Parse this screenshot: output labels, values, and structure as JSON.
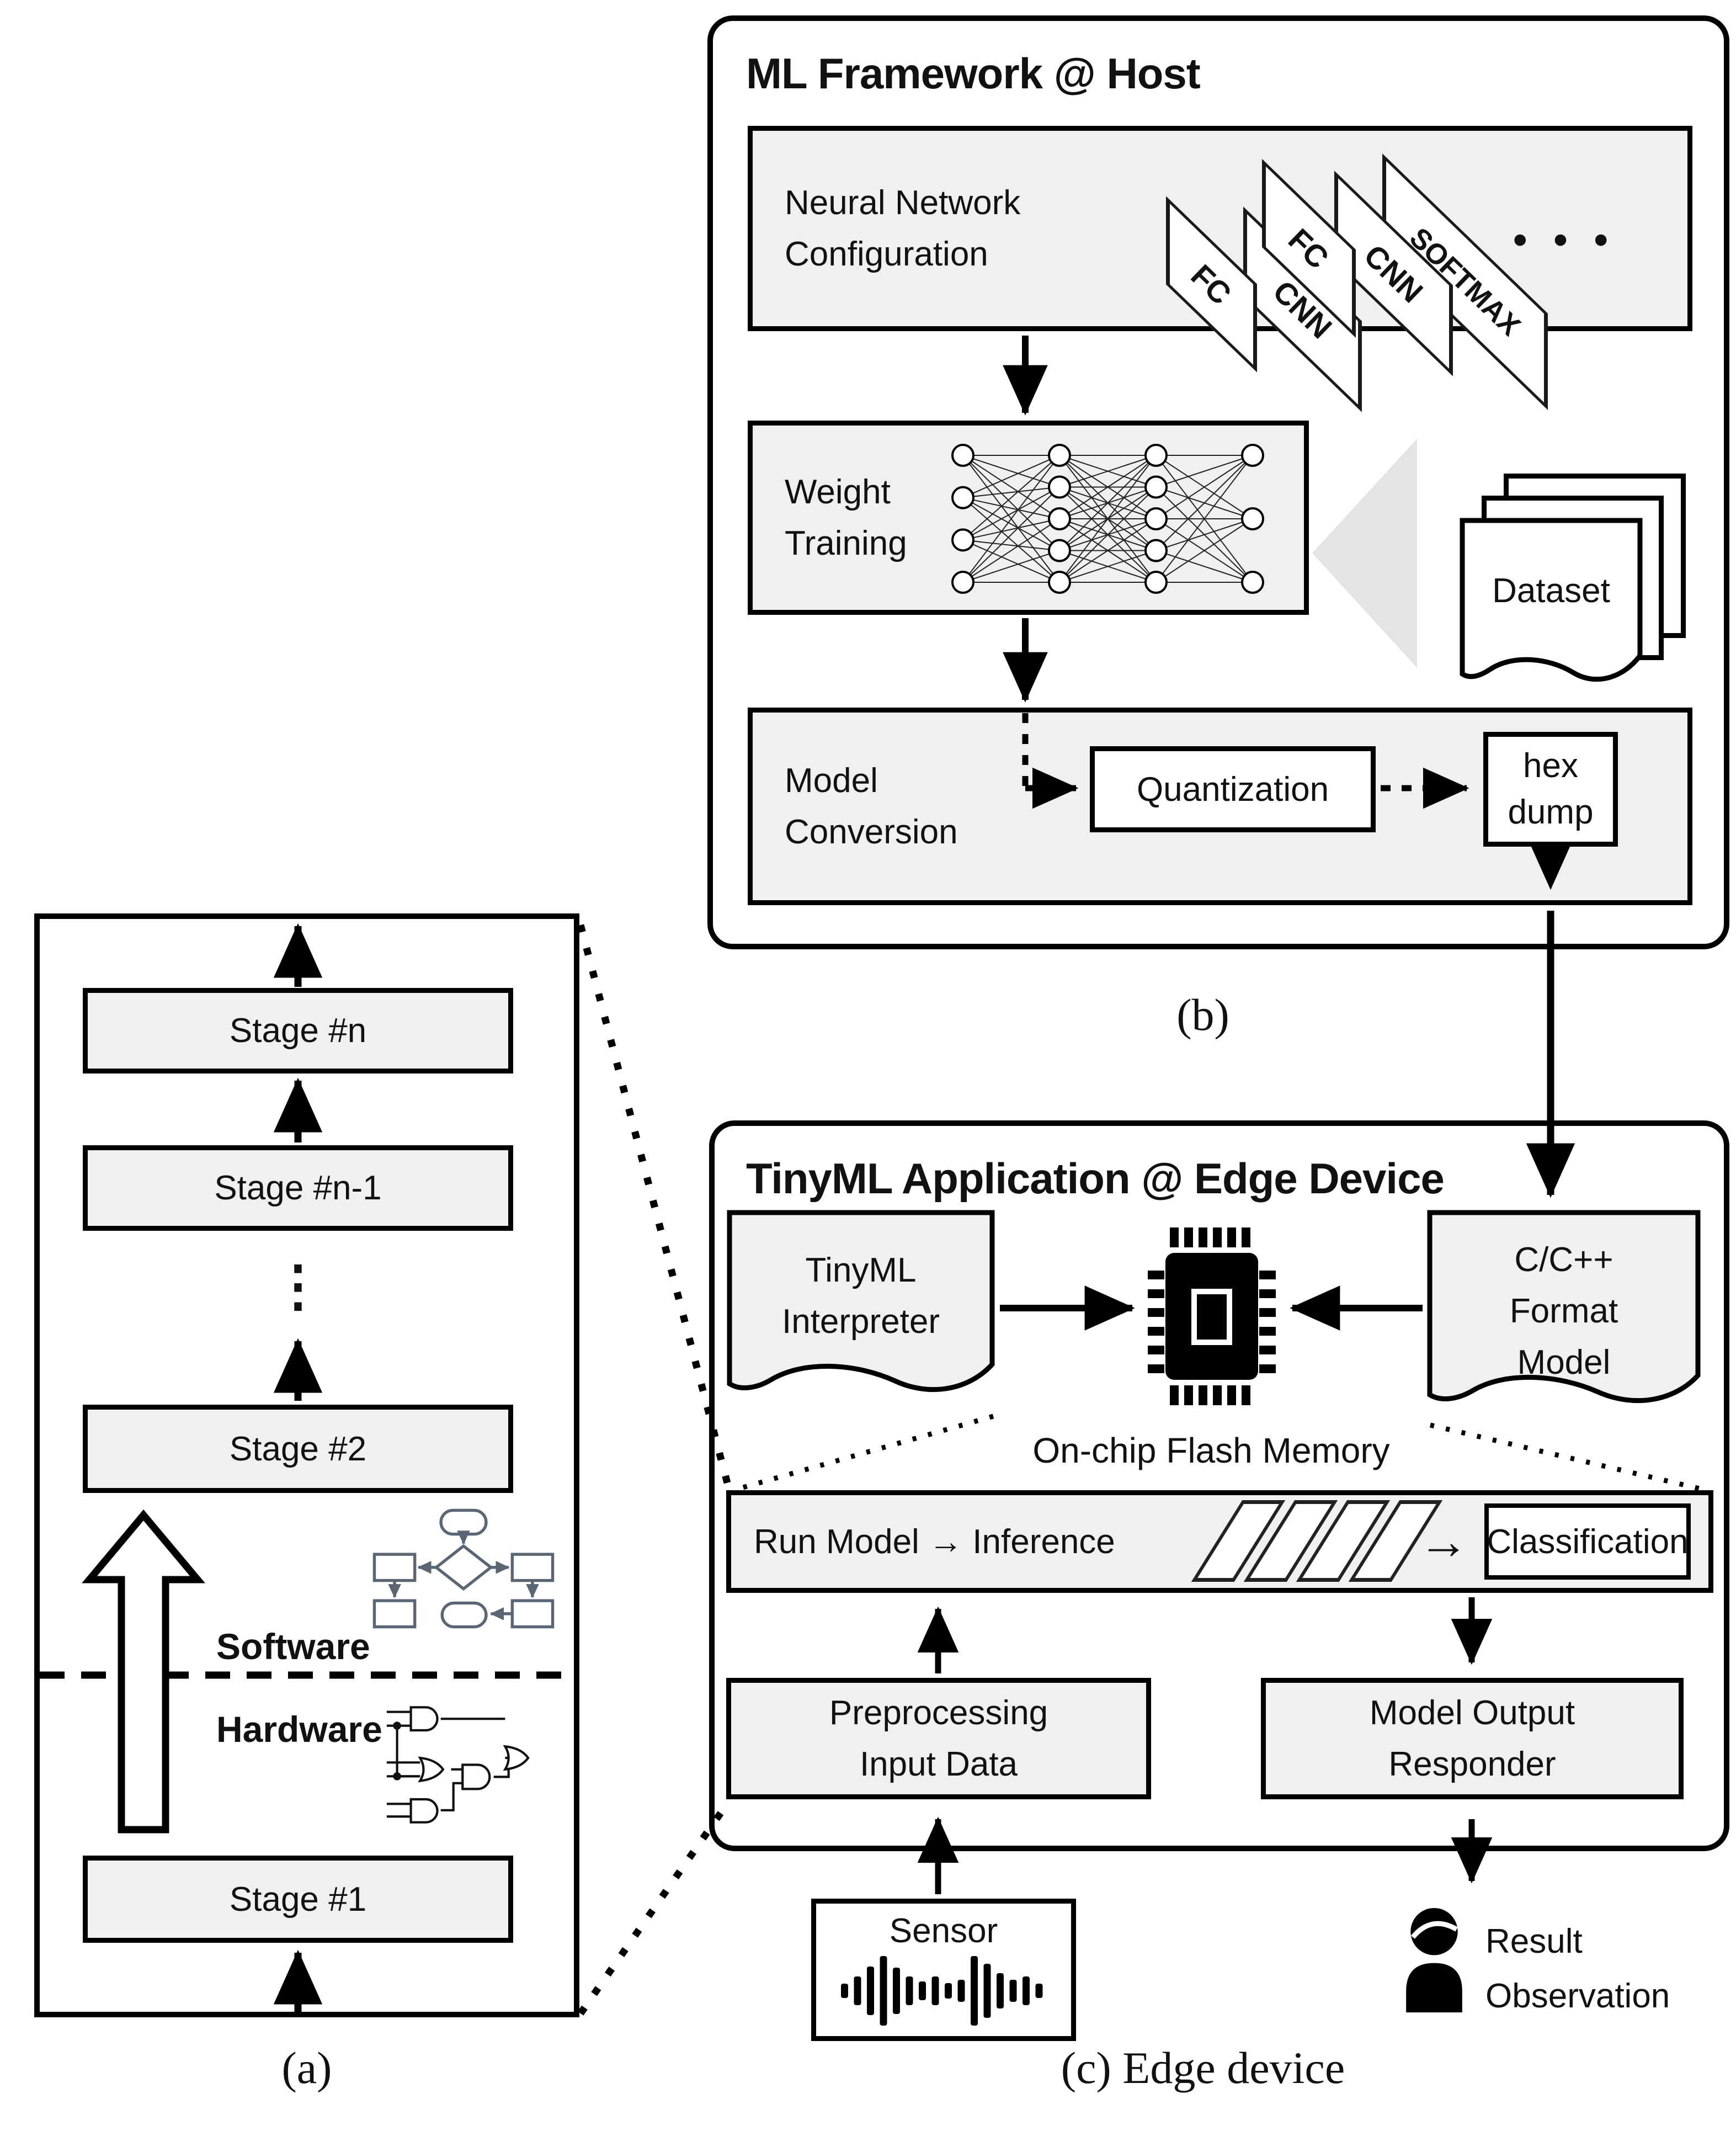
{
  "figure": {
    "panel_a": {
      "caption": "(a)",
      "stage_n": "Stage #n",
      "stage_n1": "Stage #n-1",
      "stage_2": "Stage #2",
      "stage_1": "Stage #1",
      "ellipsis": "⋮",
      "software_label": "Software",
      "hardware_label": "Hardware"
    },
    "panel_b": {
      "title": "ML Framework @ Host",
      "caption": "(b)",
      "nn_config": {
        "label": "Neural Network\nConfiguration",
        "cards": [
          "FC",
          "CNN",
          "FC",
          "CNN",
          "SOFTMAX"
        ],
        "more_dots": "• • •"
      },
      "weight_training": {
        "label": "Weight\nTraining"
      },
      "dataset": {
        "label": "Dataset"
      },
      "model_conversion": {
        "label": "Model\nConversion",
        "quantization": "Quantization",
        "hex_dump": "hex\ndump"
      }
    },
    "panel_c": {
      "title": "TinyML Application @ Edge Device",
      "caption": "(c) Edge device",
      "interpreter": "TinyML\nInterpreter",
      "model_doc": "C/C++\nFormat\nModel",
      "onchip_label": "On-chip Flash Memory",
      "run_model": "Run Model → Inference",
      "inference_arrow": "→",
      "classification": "Classification",
      "preprocessing": "Preprocessing\nInput Data",
      "responder": "Model Output\nResponder",
      "sensor": "Sensor",
      "result": "Result\nObservation"
    },
    "colors": {
      "box_fill": "#f0f0f0",
      "stroke": "#000000",
      "flowchart_stroke": "#5a6673",
      "funnel_gray": "#e4e4e4"
    }
  }
}
